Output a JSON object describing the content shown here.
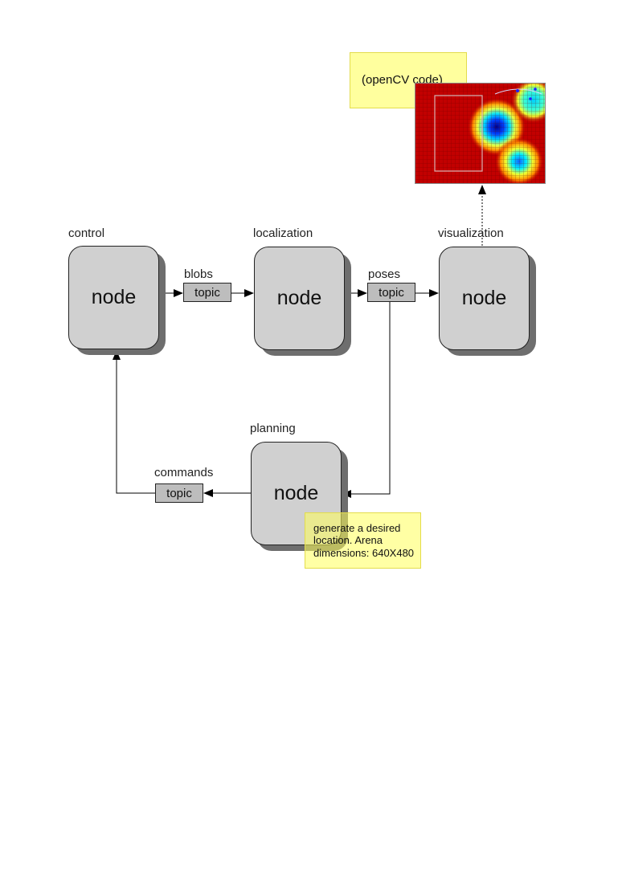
{
  "nodes": {
    "control": {
      "label": "control",
      "text": "node"
    },
    "localization": {
      "label": "localization",
      "text": "node"
    },
    "visualization": {
      "label": "visualization",
      "text": "node"
    },
    "planning": {
      "label": "planning",
      "text": "node"
    }
  },
  "topics": {
    "blobs": {
      "label": "blobs",
      "text": "topic"
    },
    "poses": {
      "label": "poses",
      "text": "topic"
    },
    "commands": {
      "label": "commands",
      "text": "topic"
    }
  },
  "notes": {
    "opencv": "(openCV code)",
    "planning_line1": "generate a desired",
    "planning_line2": "location. Arena",
    "planning_line3": "dimensions: 640X480"
  },
  "colors": {
    "node_fill": "#d0d0d0",
    "node_shadow": "#6e6e6e",
    "topic_fill": "#bdbdbd",
    "note_fill": "#ffff9e",
    "heatmap_background": "#c20000"
  },
  "heatmap_icon": "opencv-heatmap-thumbnail"
}
